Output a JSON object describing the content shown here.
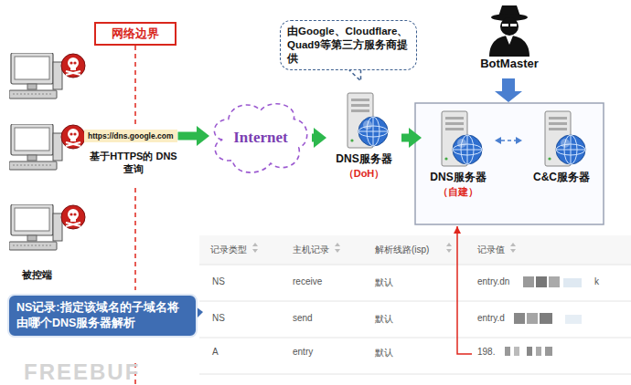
{
  "diagram": {
    "nodes": [
      {
        "text": [
          "网络边界"
        ]
      },
      {
        "text": [
          "https://dns.google.com"
        ]
      },
      {
        "text": [
          "Internet"
        ]
      },
      {
        "text": [
          "由Google、Cloudflare、Quad9等第三方服务商提供"
        ]
      },
      {
        "text": [
          "DNS服务器",
          "（DoH）"
        ]
      },
      {
        "text": [
          "DNS服务器",
          "（自建）"
        ]
      },
      {
        "text": [
          "C&C服务器"
        ]
      },
      {
        "text": [
          "BotMaster"
        ]
      },
      {
        "text": [
          "NS记录:指定该域名的子域名将由哪个DNS服务器解析"
        ]
      }
    ],
    "edges": [
      {
        "from": 1,
        "to": 2,
        "arrow": "to"
      },
      {
        "from": 2,
        "to": 4,
        "arrow": "to"
      },
      {
        "from": 4,
        "to": 5,
        "arrow": "to"
      },
      {
        "from": 5,
        "to": 6,
        "arrow": "both"
      }
    ],
    "labels": [
      "基于HTTPS的 DNS查询",
      "被控端",
      "记录类型",
      "主机记录",
      "解析线路(isp)",
      "记录值",
      "NS",
      "receive",
      "默认",
      "entry.dn",
      "k",
      "NS",
      "send",
      "默认",
      "entry.d",
      "A",
      "entry",
      "默认",
      "198.",
      "FREEBUF"
    ]
  }
}
